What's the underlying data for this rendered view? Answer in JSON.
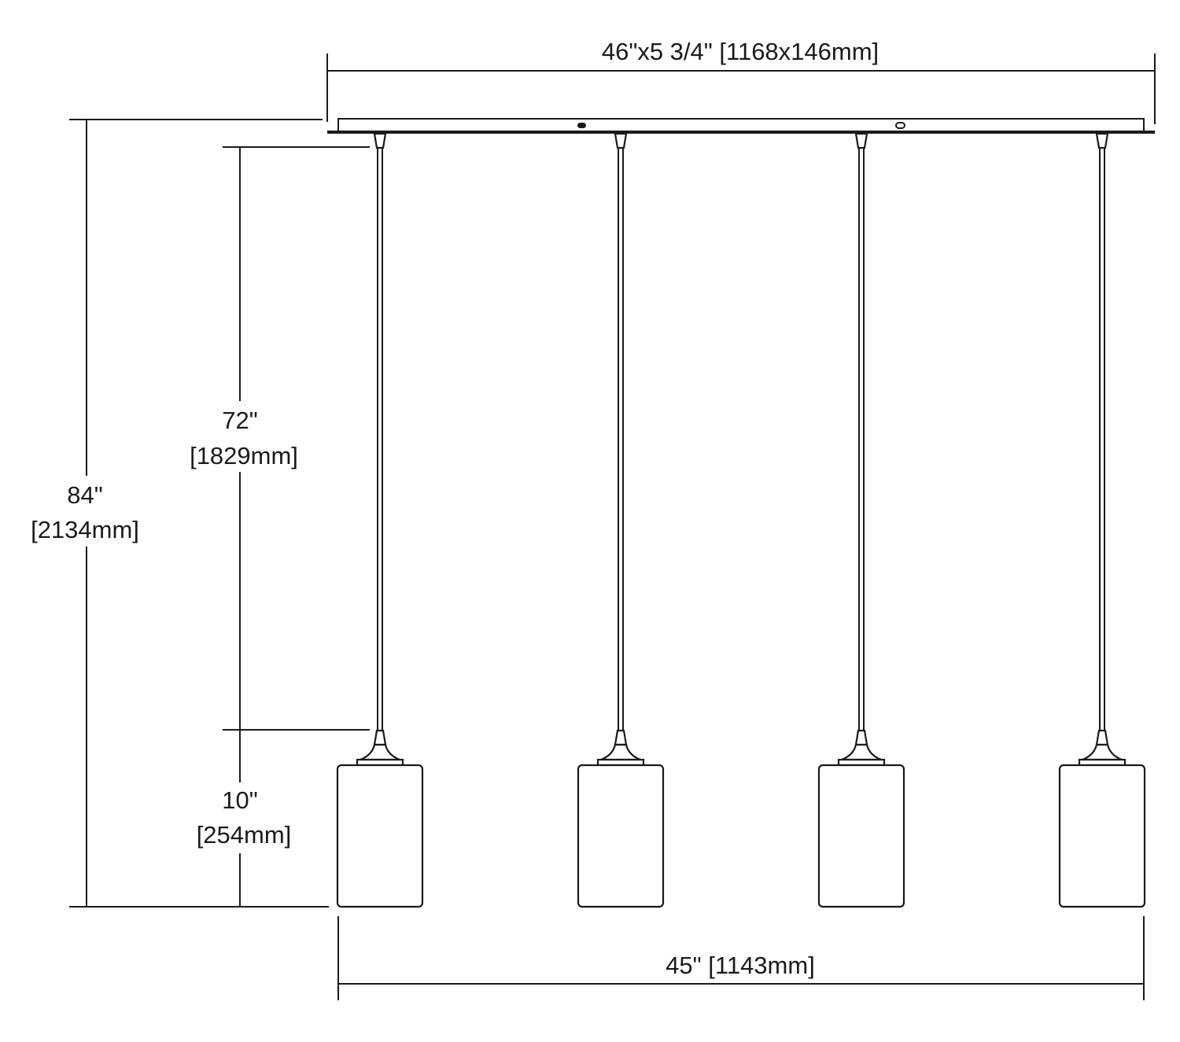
{
  "dimensions": {
    "canopy": "46\"x5 3/4\" [1168x146mm]",
    "overall_height": {
      "imperial": "84\"",
      "metric": "[2134mm]"
    },
    "cord_length": {
      "imperial": "72\"",
      "metric": "[1829mm]"
    },
    "shade_height": {
      "imperial": "10\"",
      "metric": "[254mm]"
    },
    "overall_width": "45\" [1143mm]"
  },
  "pendant_count": 4
}
